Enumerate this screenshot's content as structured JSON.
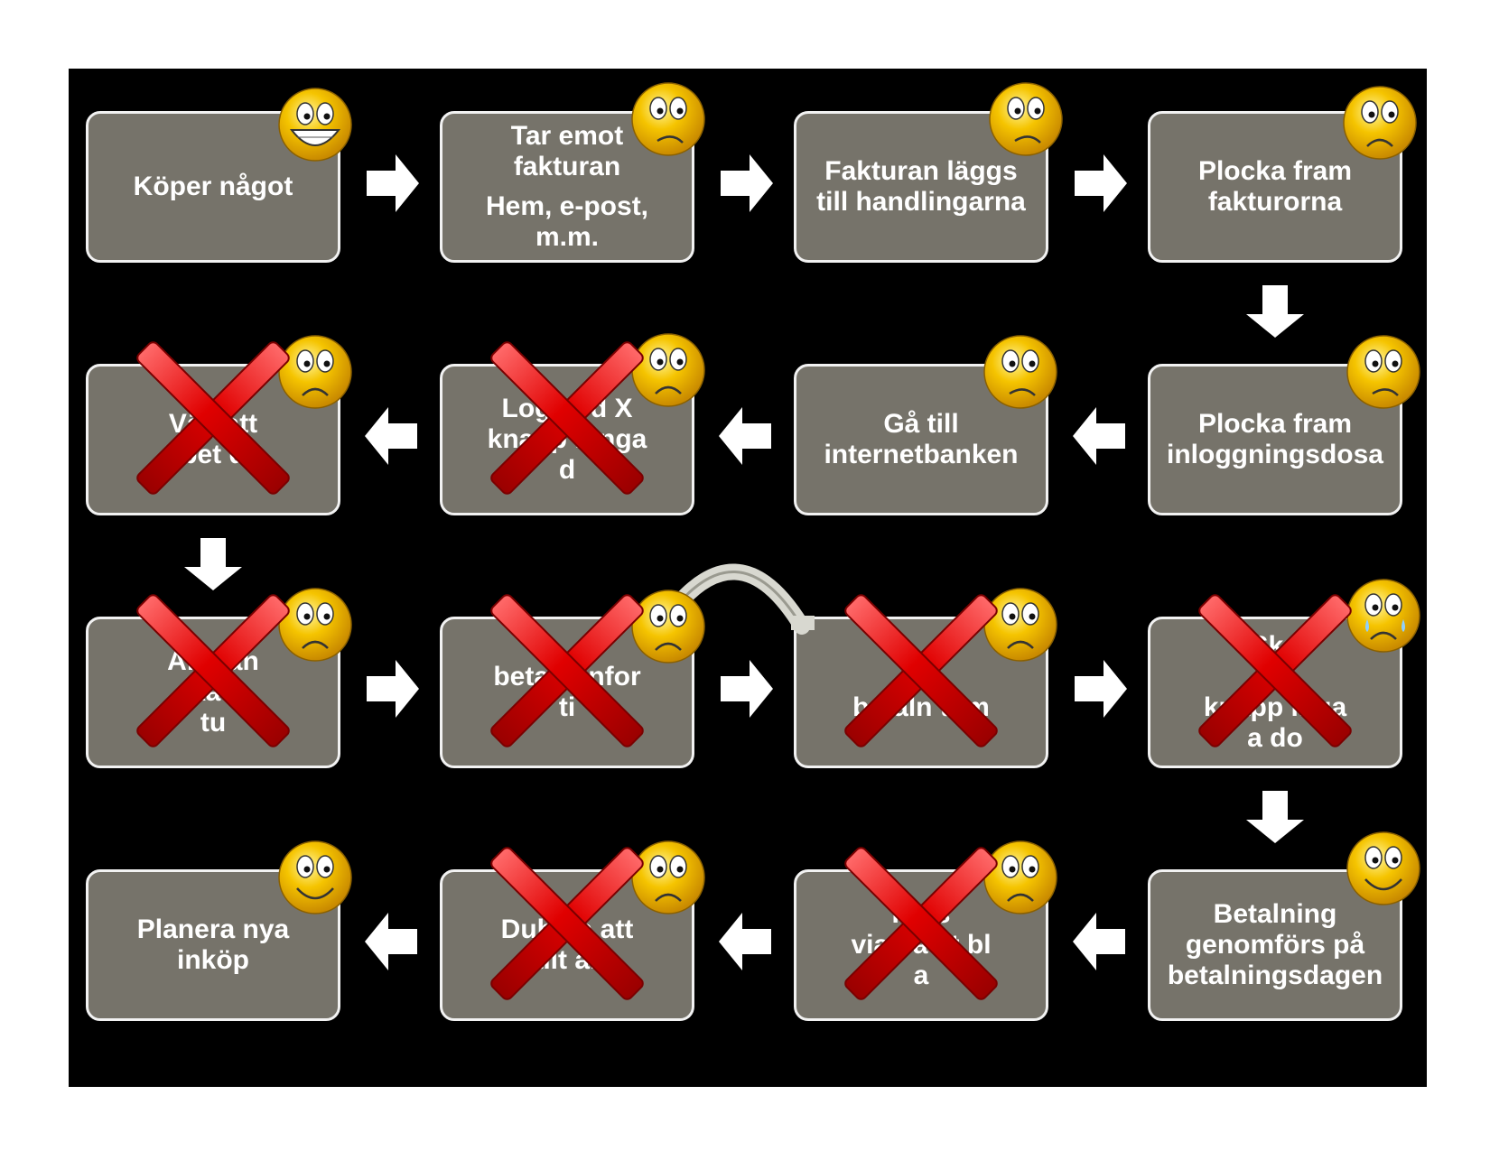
{
  "steps": [
    {
      "text": [
        "Köper något"
      ],
      "face": "laughing-smiley-icon",
      "crossed": false
    },
    {
      "text": [
        "Tar emot",
        "fakturan"
      ],
      "sub": [
        "Hem, e-post,",
        "m.m."
      ],
      "face": "worried-face-icon",
      "crossed": false
    },
    {
      "text": [
        "Fakturan läggs",
        "till handlingarna"
      ],
      "face": "worried-face-icon",
      "crossed": false
    },
    {
      "text": [
        "Plocka fram",
        "fakturorna"
      ],
      "face": "sad-face-icon",
      "crossed": false
    },
    {
      "text": [
        "Plocka fram",
        "inloggningsdosa"
      ],
      "face": "worried-face-icon",
      "crossed": false
    },
    {
      "text": [
        "Gå till",
        "internetbanken"
      ],
      "face": "worried-face-icon",
      "crossed": false
    },
    {
      "text": [
        "Logg        ed X",
        "knapp        ninga",
        "d"
      ],
      "face": "sad-face-icon",
      "crossed": true
    },
    {
      "text": [
        "Välj          att",
        "bet          d"
      ],
      "face": "sad-face-icon",
      "crossed": true
    },
    {
      "text": [
        "Ang          an",
        "ska          la",
        "tu"
      ],
      "face": "sad-face-icon",
      "crossed": true
    },
    {
      "text": [
        "betaln        infor",
        "ti"
      ],
      "face": "sad-face-icon",
      "crossed": true
    },
    {
      "text": [
        "A",
        "betaln         tum"
      ],
      "face": "sad-face-icon",
      "crossed": true
    },
    {
      "text": [
        "Sk          f",
        "I",
        "knapp          inga",
        "a do"
      ],
      "face": "crying-face-icon",
      "crossed": true
    },
    {
      "text": [
        "Betalning",
        "genomförs på",
        "betalningsdagen"
      ],
      "face": "smiling-face-icon",
      "crossed": false
    },
    {
      "text": [
        "Ko               s",
        "via ba          at bl",
        "a"
      ],
      "face": "sad-face-icon",
      "crossed": true
    },
    {
      "text": [
        "Dubb          a att",
        "allt          alt"
      ],
      "face": "sad-face-icon",
      "crossed": true
    },
    {
      "text": [
        "Planera nya",
        "inköp"
      ],
      "face": "smiling-face-icon",
      "crossed": false
    }
  ],
  "colors": {
    "background": "#000000",
    "box": "#76736a",
    "border": "#f2f2f2",
    "cross": "#d40000",
    "face": "#f5c400"
  }
}
